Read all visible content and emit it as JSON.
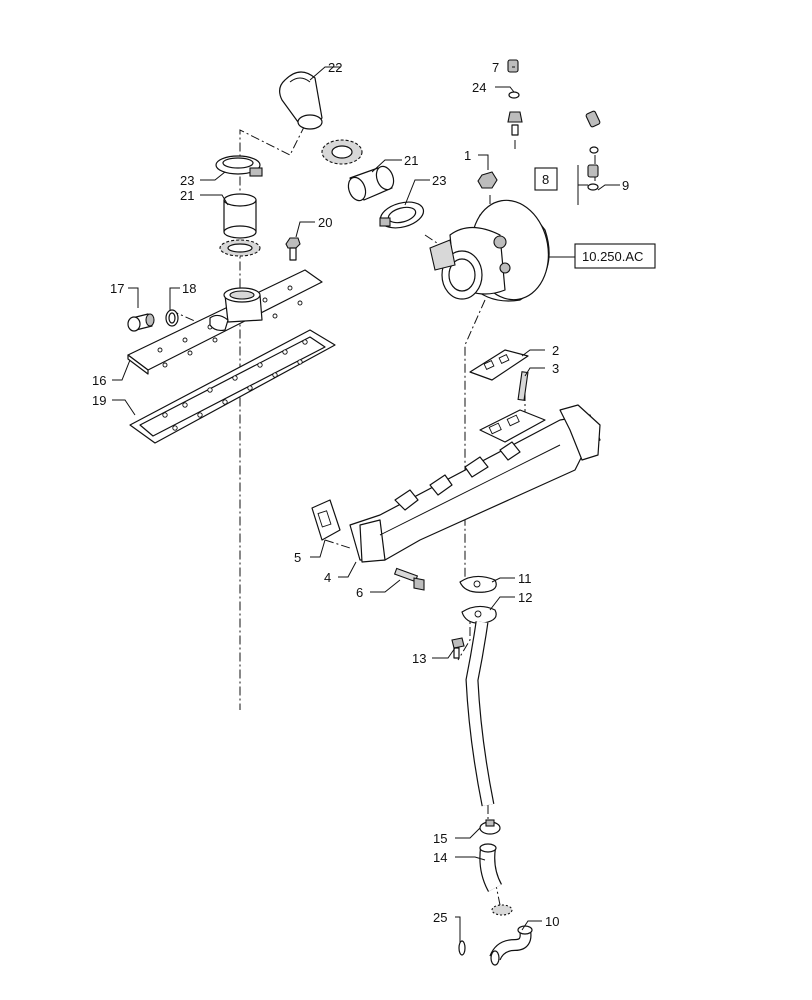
{
  "callouts": {
    "c1": "1",
    "c2": "2",
    "c3": "3",
    "c4": "4",
    "c5": "5",
    "c6": "6",
    "c7": "7",
    "c8": "8",
    "c9": "9",
    "c10": "10",
    "c11": "11",
    "c12": "12",
    "c13": "13",
    "c14": "14",
    "c15": "15",
    "c16": "16",
    "c17": "17",
    "c18": "18",
    "c19": "19",
    "c20": "20",
    "c21a": "21",
    "c21b": "21",
    "c22": "22",
    "c23a": "23",
    "c23b": "23",
    "c24": "24",
    "c25": "25"
  },
  "reference": {
    "label": "10.250.AC"
  }
}
